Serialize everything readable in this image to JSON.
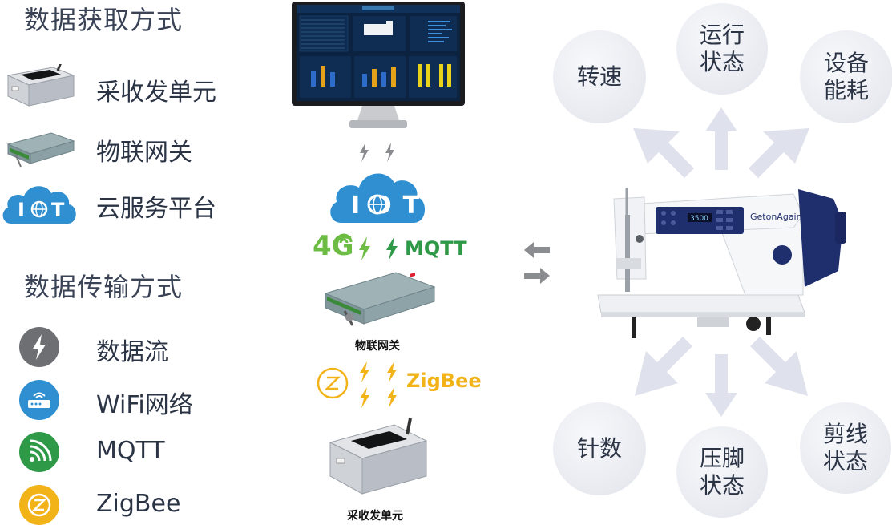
{
  "left": {
    "acquisition_title": "数据获取方式",
    "acquisition_items": [
      {
        "label": "采收发单元",
        "icon": "acquisition-unit-icon"
      },
      {
        "label": "物联网关",
        "icon": "iot-gateway-icon"
      },
      {
        "label": "云服务平台",
        "icon": "iot-cloud-icon"
      }
    ],
    "transmission_title": "数据传输方式",
    "transmission_items": [
      {
        "label": "数据流",
        "icon": "lightning-icon",
        "color": "#6d6f73"
      },
      {
        "label": "WiFi网络",
        "icon": "router-icon",
        "color": "#2f8fd0"
      },
      {
        "label": "MQTT",
        "icon": "mqtt-icon",
        "color": "#2e9a47"
      },
      {
        "label": "ZigBee",
        "icon": "zigbee-icon",
        "color": "#f2b319"
      }
    ]
  },
  "middle": {
    "iot_text": "IOT",
    "signal_4g": "4G",
    "mqtt_label": "MQTT",
    "gateway_caption": "物联网关",
    "zigbee_label": "ZigBee",
    "unit_caption": "采收发单元",
    "display_value": "3500"
  },
  "machine": {
    "brand": "GetonAgain"
  },
  "bubbles": [
    {
      "label": "转速"
    },
    {
      "label": "运行\n状态"
    },
    {
      "label": "设备\n能耗"
    },
    {
      "label": "针数"
    },
    {
      "label": "压脚\n状态"
    },
    {
      "label": "剪线\n状态"
    }
  ],
  "colors": {
    "cloud_blue": "#2f8fd0",
    "green": "#6dbd45",
    "mqtt_green": "#2e9a47",
    "zigbee_yellow": "#f2b319",
    "arrow_grey": "#dfe2ec",
    "machine_navy": "#1f2f6e"
  }
}
